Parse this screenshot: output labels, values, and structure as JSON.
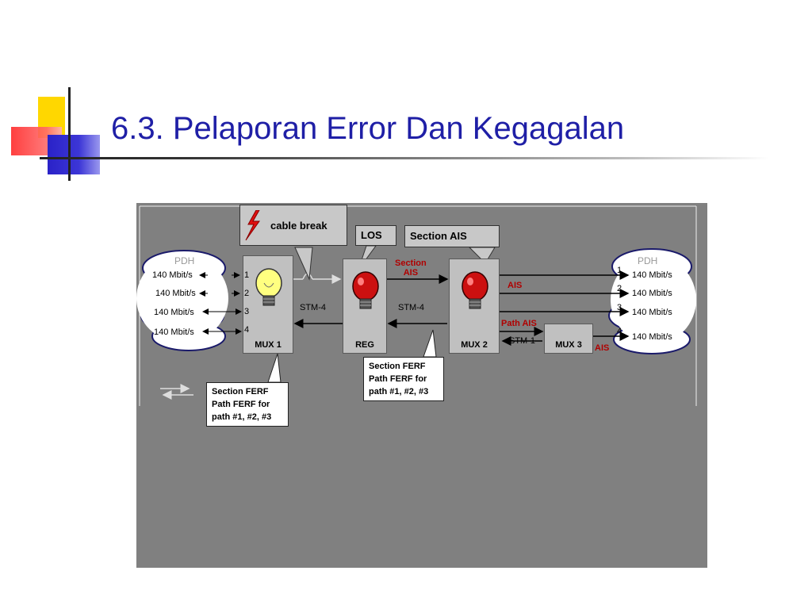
{
  "slide": {
    "title": "6.3. Pelaporan Error Dan Kegagalan"
  },
  "diagram": {
    "pdh_left": {
      "label": "PDH",
      "rates": [
        "140 Mbit/s",
        "140 Mbit/s",
        "140 Mbit/s",
        "140 Mbit/s"
      ]
    },
    "pdh_right": {
      "label": "PDH",
      "rates": [
        "140 Mbit/s",
        "140 Mbit/s",
        "140 Mbit/s",
        "140 Mbit/s"
      ]
    },
    "port_numbers": [
      "1",
      "2",
      "3",
      "4"
    ],
    "nodes": {
      "mux1": "MUX 1",
      "reg": "REG",
      "mux2": "MUX 2",
      "mux3": "MUX 3"
    },
    "callouts": {
      "cable_break": "cable break",
      "los": "LOS",
      "section_ais": "Section AIS"
    },
    "links": {
      "stm4_left": "STM-4",
      "stm4_right": "STM-4",
      "stm1": "STM-1"
    },
    "alarms": {
      "section_ais": "Section\nAIS",
      "ais_mux2": "AIS",
      "path_ais": "Path AIS",
      "ais_mux3": "AIS"
    },
    "notes": {
      "note_mux1": [
        "Section FERF",
        "Path FERF for",
        "path #1, #2, #3"
      ],
      "note_reg": [
        "Section FERF",
        "Path FERF for",
        "path #1, #2, #3"
      ]
    },
    "colors": {
      "background": "#808080",
      "box": "#c0c0c0",
      "alarm_red": "#b00000",
      "bulb_yellow": "#ffff80",
      "bulb_red": "#cc1010"
    },
    "icons": [
      "lightning-icon",
      "bulb-on-icon",
      "bulb-alarm-icon",
      "cloud-icon",
      "bidirectional-arrow-icon"
    ]
  }
}
